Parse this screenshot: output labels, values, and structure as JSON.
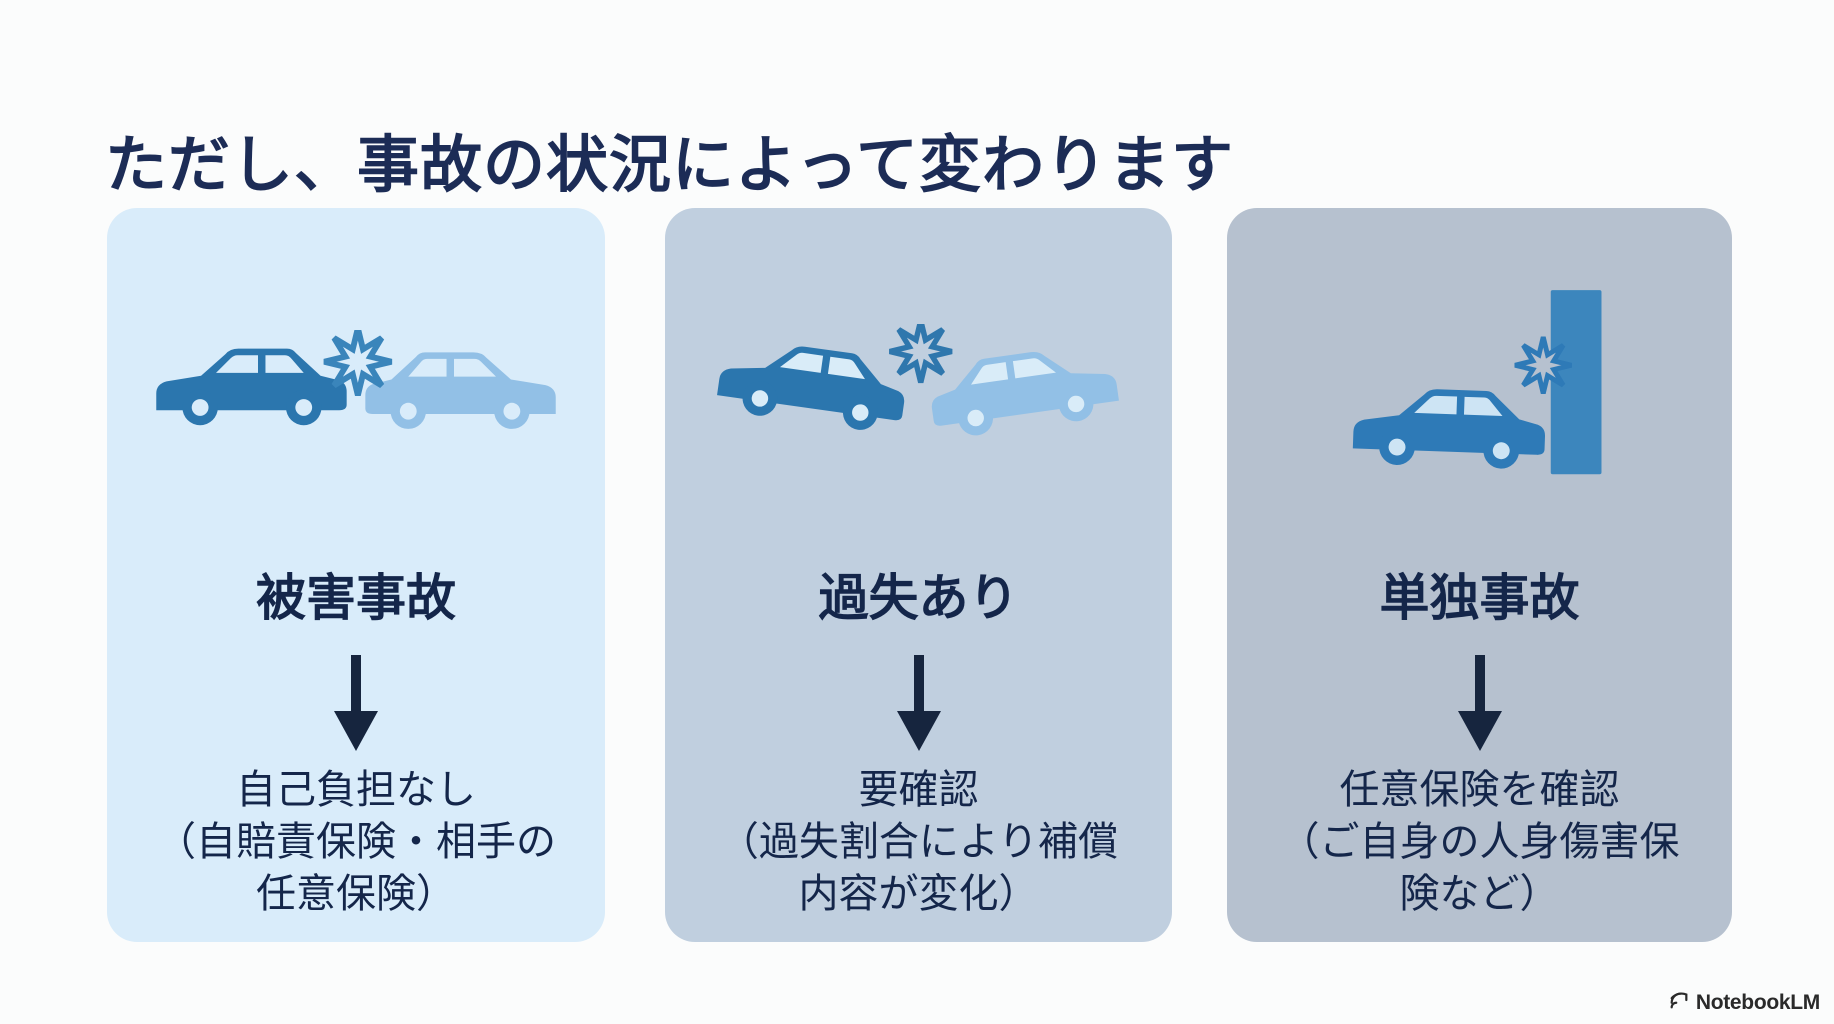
{
  "page": {
    "title": "ただし、事故の状況によって変わります",
    "background_color": "#fbfcfc",
    "title_color": "#1c2c56"
  },
  "cards": [
    {
      "id": "victim-accident",
      "heading": "被害事故",
      "body": "自己負担なし\n（自賠責保険・相手の\n任意保険）",
      "icon": "two-cars-rear-end-collision-icon",
      "background_color": "#d9ecfa"
    },
    {
      "id": "fault-accident",
      "heading": "過失あり",
      "body": "要確認\n（過失割合により補償\n内容が変化）",
      "icon": "two-cars-angled-collision-icon",
      "background_color": "#c0cfdf"
    },
    {
      "id": "single-car-accident",
      "heading": "単独事故",
      "body": "任意保険を確認\n（ご自身の人身傷害保\n険など）",
      "icon": "car-hits-wall-icon",
      "background_color": "#b6c1cf"
    }
  ],
  "footer": {
    "brand": "NotebookLM"
  },
  "colors": {
    "heading_text": "#14264a",
    "body_text": "#14264a",
    "arrow": "#16253e",
    "car_dark_blue": "#2b76ae",
    "car_light_blue": "#92c0e6",
    "car_single_blue": "#2e7ab7",
    "wall_blue": "#3c86bd",
    "spark_outline": "#3a85bb",
    "window_light": "#d9ecf8",
    "brand_text": "#2a2a2a"
  }
}
